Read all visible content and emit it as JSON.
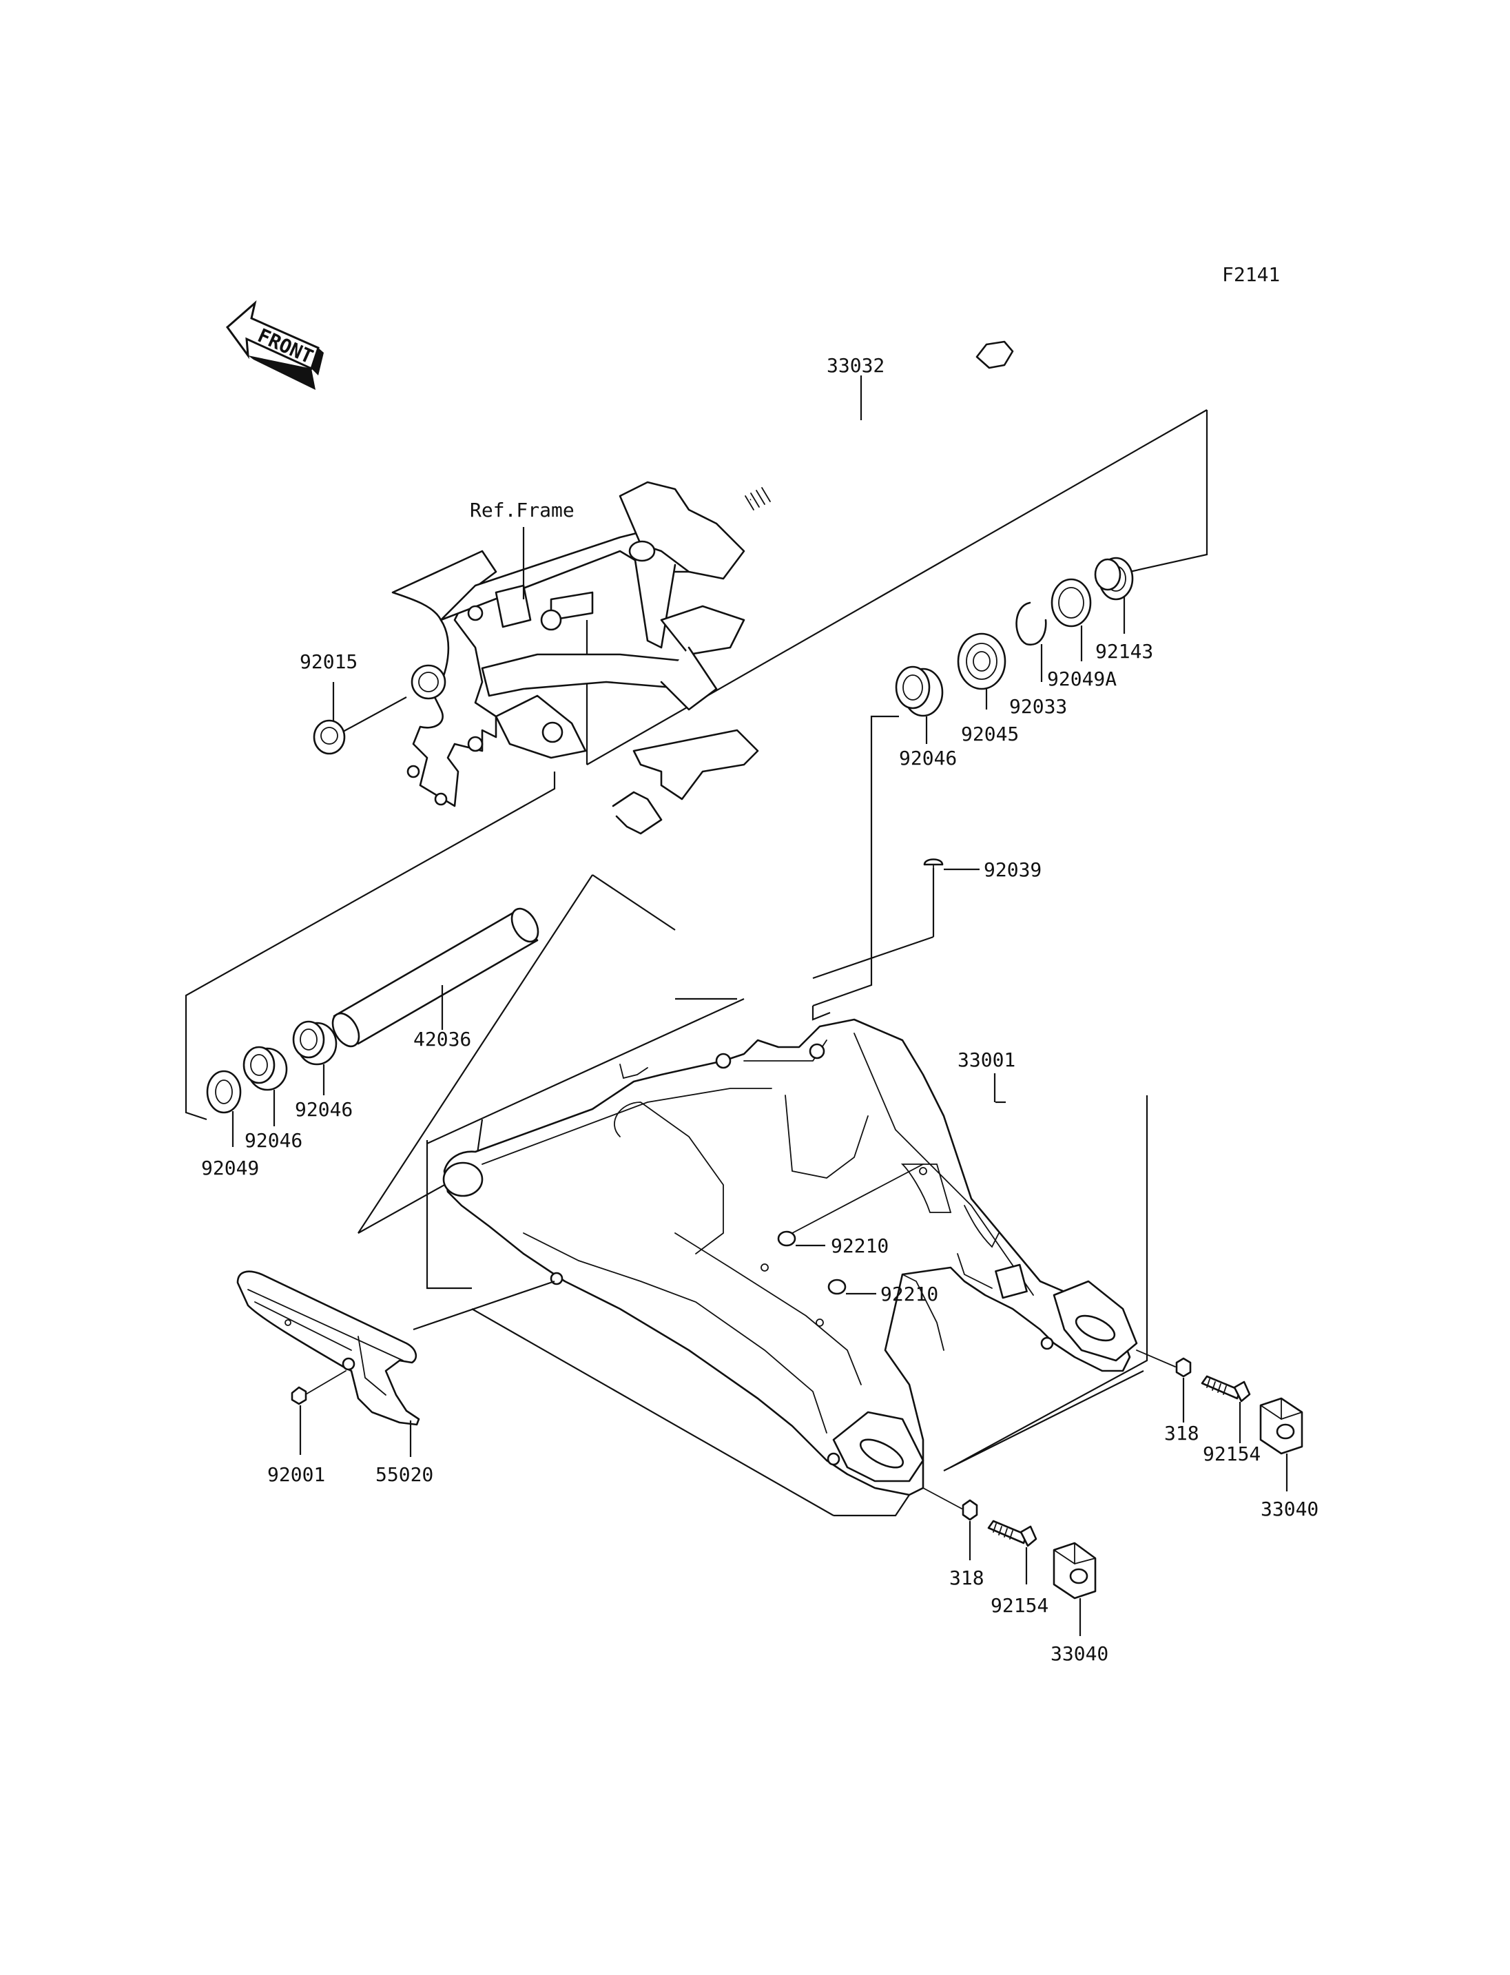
{
  "figure_code": "F2141",
  "front_label": "FRONT",
  "ref_frame_label": "Ref.Frame",
  "parts": {
    "p33032": "33032",
    "p92143": "92143",
    "p92049A": "92049A",
    "p92033": "92033",
    "p92045": "92045",
    "p92046_top": "92046",
    "p92015": "92015",
    "p92039": "92039",
    "p33001": "33001",
    "p42036": "42036",
    "p92046_a": "92046",
    "p92046_b": "92046",
    "p92049": "92049",
    "p92210_a": "92210",
    "p92210_b": "92210",
    "p318_a": "318",
    "p92154_a": "92154",
    "p33040_a": "33040",
    "p92001": "92001",
    "p55020": "55020",
    "p318_b": "318",
    "p92154_b": "92154",
    "p33040_b": "33040"
  }
}
